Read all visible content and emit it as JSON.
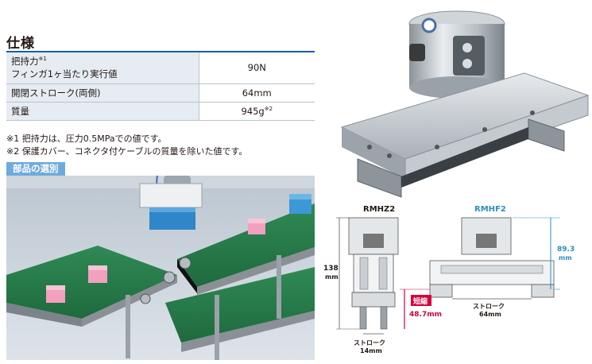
{
  "spec": {
    "title": "仕様",
    "rows": [
      {
        "label_line1": "把持力",
        "label_sup": "※1",
        "label_line2": "フィンガ1ヶ当たり実行値",
        "value": "90N",
        "value_sup": ""
      },
      {
        "label_line1": "開閉ストローク(両側)",
        "value": "64mm",
        "value_sup": ""
      },
      {
        "label_line1": "質量",
        "value": "945g",
        "value_sup": "※2"
      }
    ]
  },
  "notes": [
    "※1 把持力は、圧力0.5MPaでの値です。",
    "※2 保護カバー、コネクタ付ケーブルの質量を除いた値です。"
  ],
  "parts_section": {
    "label": "部品の選別"
  },
  "drawing": {
    "model_left": "RMHZ2",
    "model_right": "RMHF2",
    "height_left_value": "138",
    "height_left_unit": "mm",
    "height_right_value": "89.3",
    "height_right_unit": "mm",
    "shortened_label": "短縮",
    "shortened_value": "48.7mm",
    "stroke_left_label": "ストローク",
    "stroke_left_value": "14mm",
    "stroke_right_label": "ストローク",
    "stroke_right_value": "64mm",
    "accent_color": "#d6003a",
    "dim_color": "#2a8fc4"
  }
}
